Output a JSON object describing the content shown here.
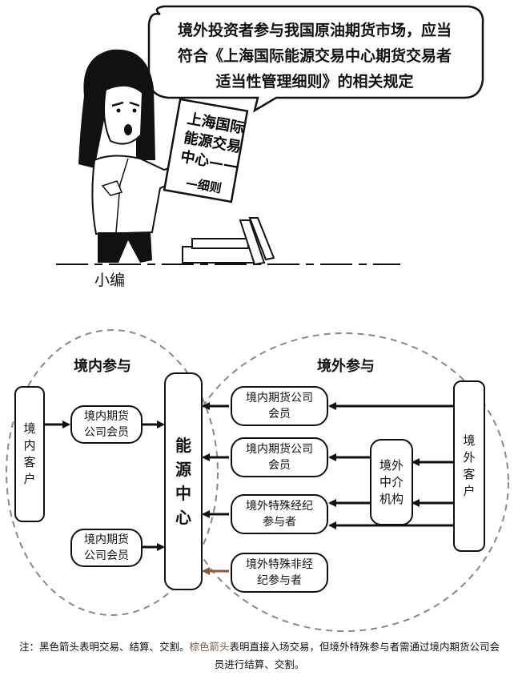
{
  "comic": {
    "bubble_lines": [
      "境外投资者参与我国原油期货市场，应当",
      "符合《上海国际能源交易中心期货交易者",
      "适当性管理细则》的相关规定"
    ],
    "book_text": "上海国际能源交易中心——细则",
    "caption": "小编"
  },
  "diagram": {
    "domestic_group_label": "境内参与",
    "foreign_group_label": "境外参与",
    "domestic_client": "境内客户",
    "domestic_member_top": "境内期货\n公司会员",
    "domestic_member_bottom": "境内期货\n公司会员",
    "center": "能源中心",
    "foreign_member_1": "境内期货公司\n会员",
    "foreign_member_2": "境内期货公司\n会员",
    "special_broker": "境外特殊经纪\n参与者",
    "special_nonbroker": "境外特殊非经\n纪参与者",
    "intermediary": "境外中介机构",
    "foreign_client": "境外客户"
  },
  "note": {
    "prefix": "注：黑色箭头表明交易、结算、交割。",
    "brown_phrase": "棕色箭头",
    "suffix": "表明直接入场交易，但境外特殊参与者需通过境内期货公司会员进行结算、交割。"
  },
  "colors": {
    "black_arrow": "#111111",
    "brown_arrow": "#8a5a3c",
    "dashed_ellipse": "#888888"
  }
}
